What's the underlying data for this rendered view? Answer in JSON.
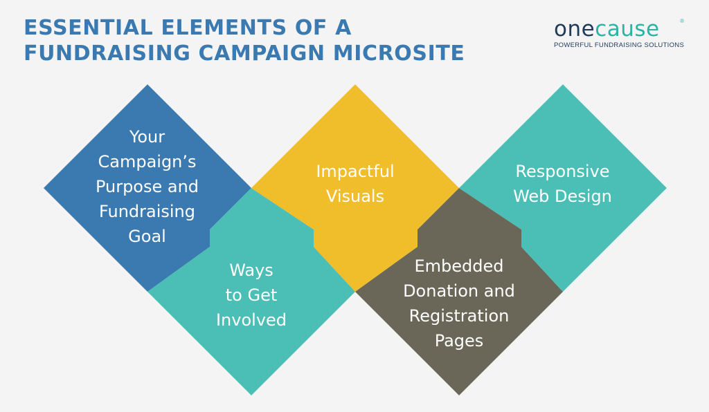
{
  "header": {
    "title_line1": "ESSENTIAL ELEMENTS OF A",
    "title_line2": "FUNDRAISING CAMPAIGN MICROSITE"
  },
  "logo": {
    "word_one": "one",
    "word_cause": "cause",
    "registered_mark": "®",
    "tagline": "POWERFUL FUNDRAISING SOLUTIONS"
  },
  "colors": {
    "background": "#f4f4f4",
    "blue": "#3a7ab0",
    "teal": "#4bbfb5",
    "yellow": "#f0bd2b",
    "gray": "#6b6758",
    "navy": "#1f3a5a"
  },
  "elements": [
    {
      "lines": [
        "Your",
        "Campaign’s",
        "Purpose and",
        "Fundraising",
        "Goal"
      ],
      "color": "blue"
    },
    {
      "lines": [
        "Ways",
        "to Get",
        "Involved"
      ],
      "color": "teal"
    },
    {
      "lines": [
        "Impactful",
        "Visuals"
      ],
      "color": "yellow"
    },
    {
      "lines": [
        "Embedded",
        "Donation and",
        "Registration",
        "Pages"
      ],
      "color": "gray"
    },
    {
      "lines": [
        "Responsive",
        "Web Design"
      ],
      "color": "teal"
    }
  ]
}
